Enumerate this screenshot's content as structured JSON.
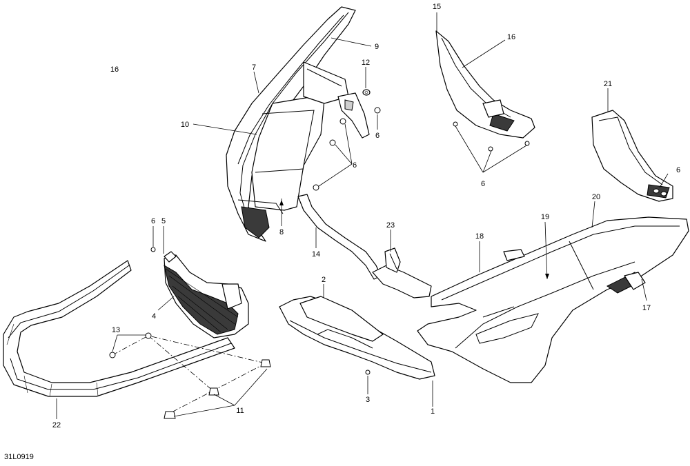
{
  "diagram": {
    "reference_code": "31L0919",
    "callouts": [
      {
        "id": "c1",
        "label": "1"
      },
      {
        "id": "c2",
        "label": "2"
      },
      {
        "id": "c3",
        "label": "3"
      },
      {
        "id": "c4",
        "label": "4"
      },
      {
        "id": "c5",
        "label": "5"
      },
      {
        "id": "c6a",
        "label": "6"
      },
      {
        "id": "c6b",
        "label": "6"
      },
      {
        "id": "c6c",
        "label": "6"
      },
      {
        "id": "c6d",
        "label": "6"
      },
      {
        "id": "c6e",
        "label": "6"
      },
      {
        "id": "c7",
        "label": "7"
      },
      {
        "id": "c8",
        "label": "8"
      },
      {
        "id": "c9",
        "label": "9"
      },
      {
        "id": "c10",
        "label": "10"
      },
      {
        "id": "c11",
        "label": "11"
      },
      {
        "id": "c12",
        "label": "12"
      },
      {
        "id": "c13",
        "label": "13"
      },
      {
        "id": "c14",
        "label": "14"
      },
      {
        "id": "c15",
        "label": "15"
      },
      {
        "id": "c16a",
        "label": "16"
      },
      {
        "id": "c16b",
        "label": "16"
      },
      {
        "id": "c17",
        "label": "17"
      },
      {
        "id": "c18",
        "label": "18"
      },
      {
        "id": "c19",
        "label": "19"
      },
      {
        "id": "c20",
        "label": "20"
      },
      {
        "id": "c21",
        "label": "21"
      },
      {
        "id": "c22",
        "label": "22"
      },
      {
        "id": "c23",
        "label": "23"
      }
    ]
  }
}
